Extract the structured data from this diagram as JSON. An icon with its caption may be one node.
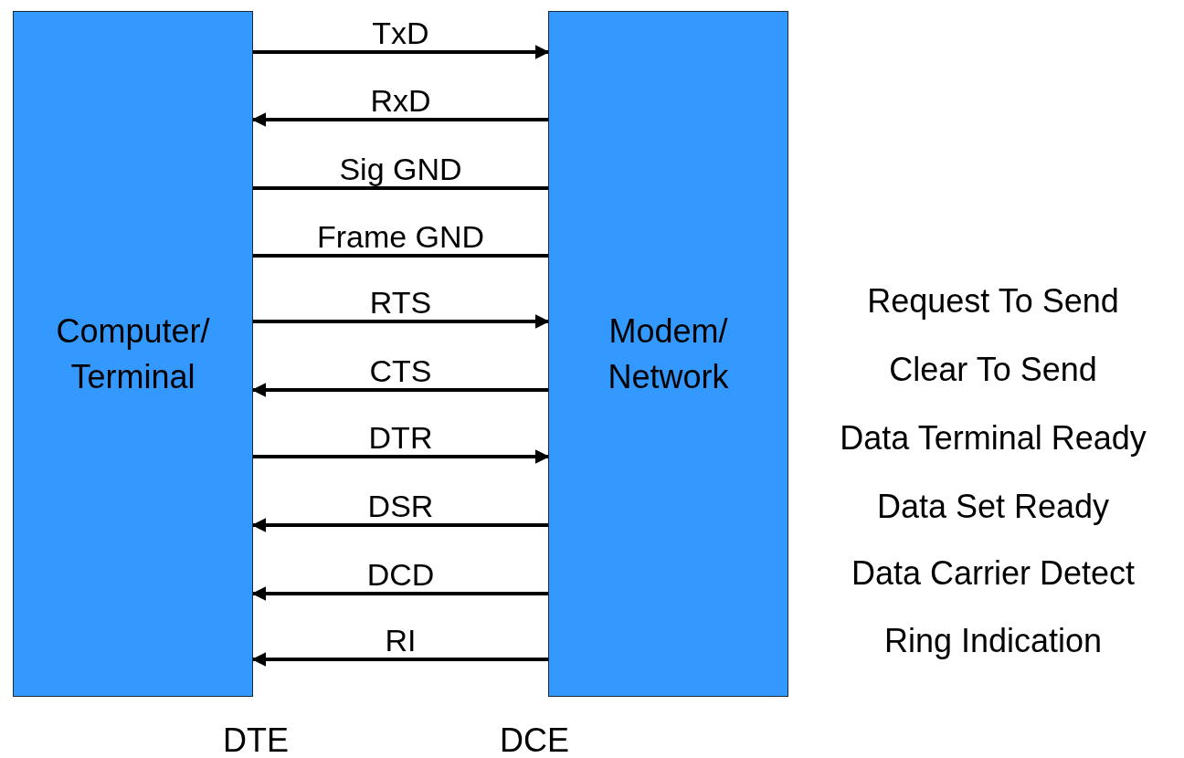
{
  "diagram": {
    "nodes": [
      {
        "text": [
          "Computer/ Terminal"
        ],
        "beside": [
          "DTE"
        ]
      },
      {
        "text": [
          "Modem/ Network"
        ],
        "beside": [
          "DCE"
        ]
      }
    ],
    "edges": [
      {
        "from": 0,
        "to": 1,
        "arrow": "to",
        "label": "TxD"
      },
      {
        "from": 1,
        "to": 0,
        "arrow": "to",
        "label": "RxD"
      },
      {
        "from": 0,
        "to": 1,
        "arrow": "none",
        "label": "Sig GND"
      },
      {
        "from": 0,
        "to": 1,
        "arrow": "none",
        "label": "Frame GND"
      },
      {
        "from": 0,
        "to": 1,
        "arrow": "to",
        "label": "RTS"
      },
      {
        "from": 1,
        "to": 0,
        "arrow": "to",
        "label": "CTS"
      },
      {
        "from": 0,
        "to": 1,
        "arrow": "to",
        "label": "DTR"
      },
      {
        "from": 1,
        "to": 0,
        "arrow": "to",
        "label": "DSR"
      },
      {
        "from": 1,
        "to": 0,
        "arrow": "to",
        "label": "DCD"
      },
      {
        "from": 1,
        "to": 0,
        "arrow": "to",
        "label": "RI"
      }
    ],
    "labels": [
      "Request To Send",
      "Clear To Send",
      "Data Terminal Ready",
      "Data Set Ready",
      "Data Carrier Detect",
      "Ring Indication"
    ]
  }
}
